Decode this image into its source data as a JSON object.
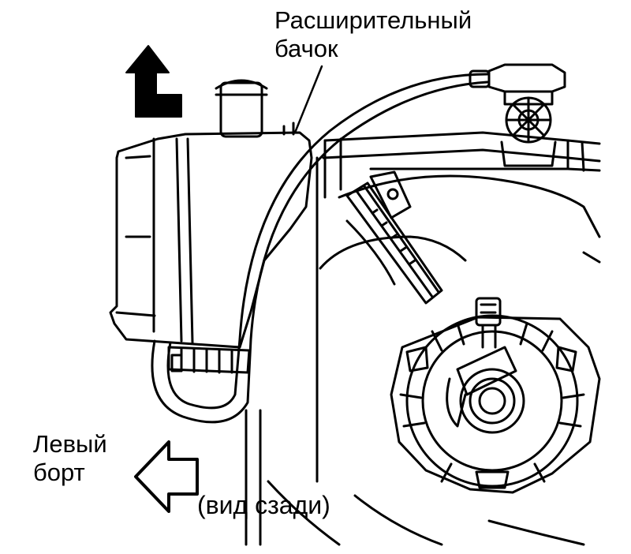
{
  "labels": {
    "expansion_tank_line1": "Расширительный",
    "expansion_tank_line2": "бачок",
    "left_side_line1": "Левый",
    "left_side_line2": "борт",
    "view_note": "(вид сзади)"
  },
  "icons": {
    "up_arrow": "l-shaped-up-arrow-icon",
    "left_arrow": "hollow-left-arrow-icon"
  },
  "colors": {
    "line": "#000000",
    "background": "#ffffff"
  }
}
